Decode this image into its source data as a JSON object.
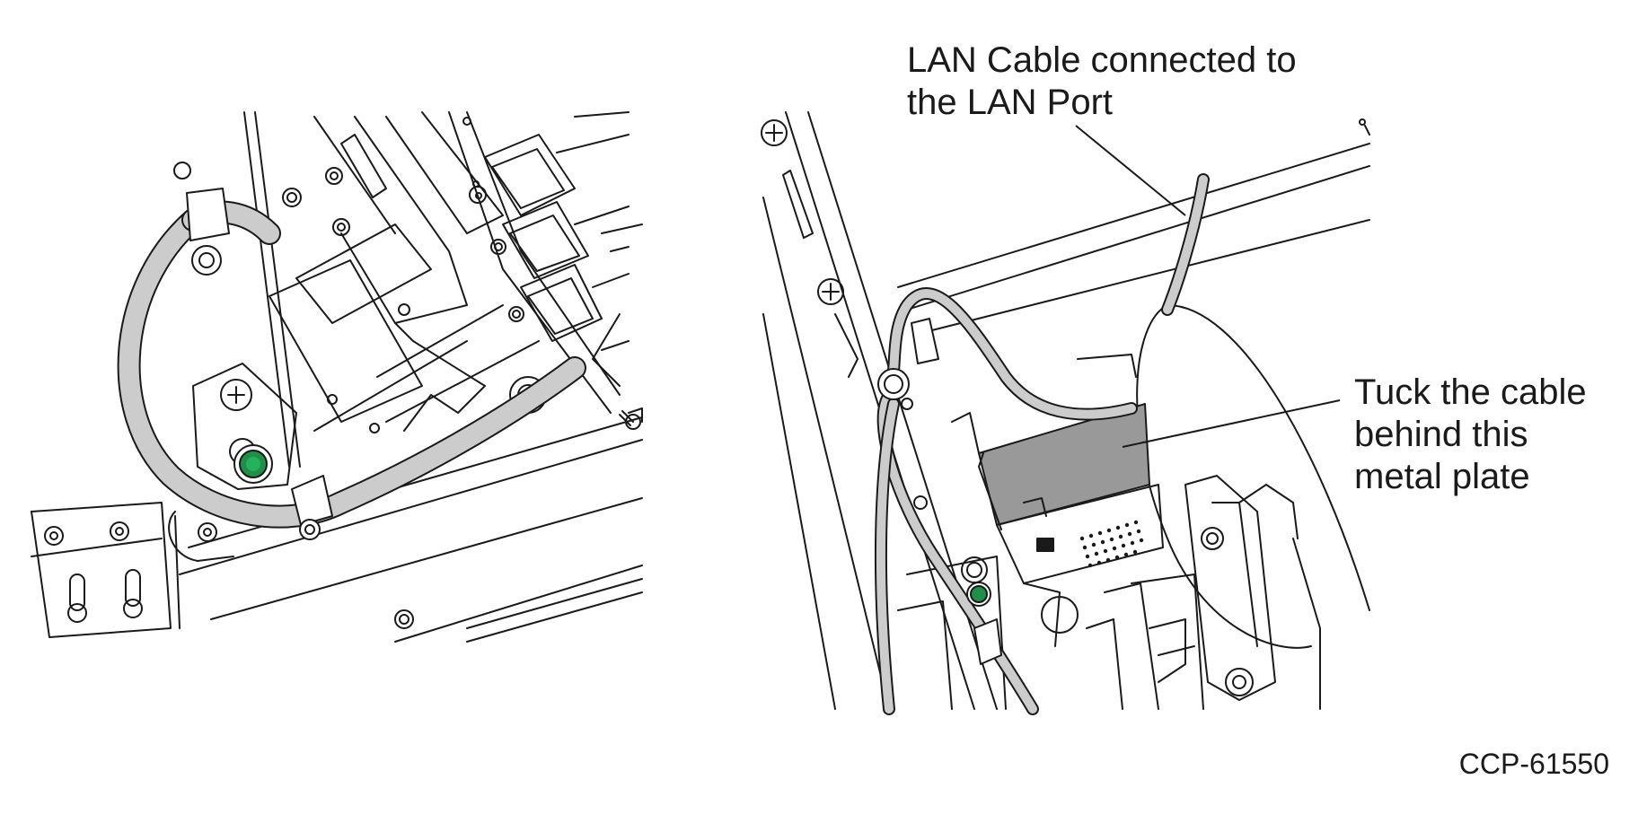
{
  "callouts": {
    "lan_cable": {
      "line1": "LAN Cable connected to",
      "line2": "the LAN Port"
    },
    "tuck_cable": {
      "line1": "Tuck the cable",
      "line2": "behind this",
      "line3": "metal plate"
    }
  },
  "figure_id": "CCP-61550",
  "colors": {
    "cable": "#cccccc",
    "plate": "#999999",
    "accent_green": "#1f8f4a",
    "line": "#1a1a1a"
  }
}
